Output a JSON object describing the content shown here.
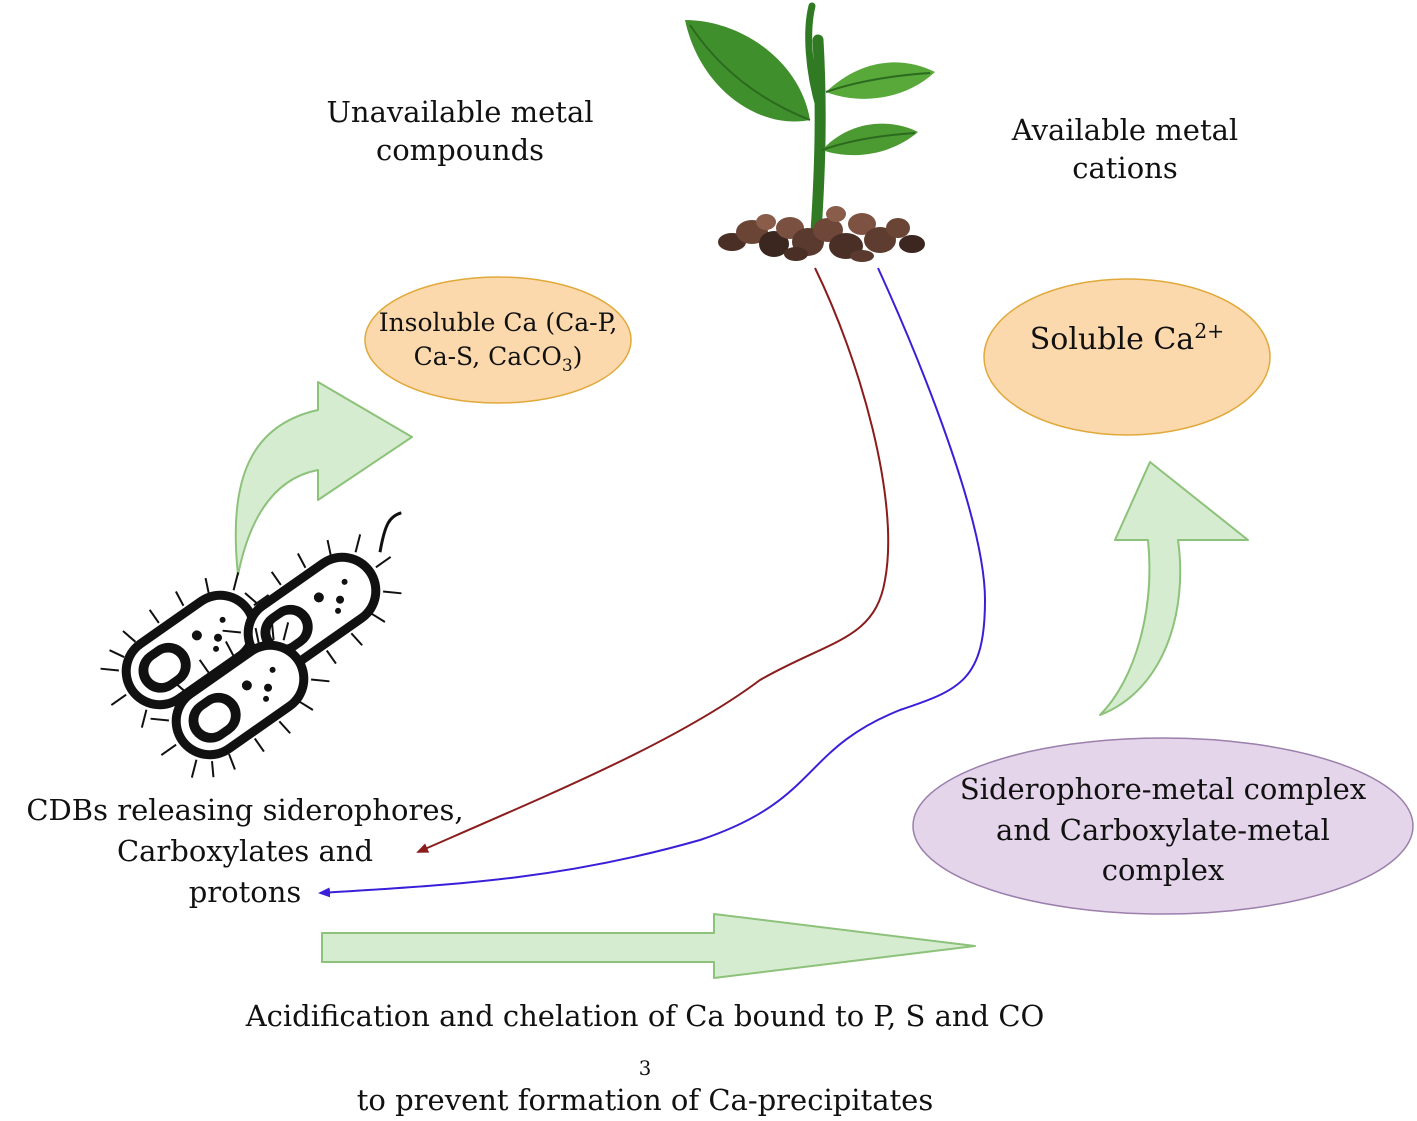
{
  "labels": {
    "unavailable": [
      "Unavailable metal",
      "compounds"
    ],
    "available": [
      "Available metal",
      "cations"
    ],
    "cdbs": [
      "CDBs releasing siderophores,",
      "Carboxylates and",
      "protons"
    ],
    "bottom": {
      "line1_main": "Acidification and chelation of Ca bound to P, S and CO",
      "line1_sub": "3",
      "line2": "to prevent formation of Ca-precipitates"
    }
  },
  "nodes": {
    "insoluble": {
      "line1": "Insoluble Ca (Ca-P,",
      "line2_main": "Ca-S, CaCO",
      "line2_sub": "3",
      "line2_end": ")",
      "fill": "#fbd9ad",
      "stroke": "#e0a93a"
    },
    "soluble": {
      "main": "Soluble Ca",
      "sup": "2+",
      "fill": "#fbd9ad",
      "stroke": "#e0a93a"
    },
    "complex": {
      "lines": [
        "Siderophore-metal complex",
        "and Carboxylate-metal",
        "complex"
      ],
      "fill": "#e4d5ea",
      "stroke": "#9b7fac"
    }
  },
  "colors": {
    "arrow_fill": "#d6ecd0",
    "arrow_stroke": "#8cc27a",
    "root_red": "#8a1c1c",
    "root_blue": "#3a1fd9",
    "leaf": "#3f8f2c",
    "stem": "#2f7a22",
    "soil": "#5a3a2e"
  },
  "icons": [
    "plant-icon",
    "bacteria-icon"
  ]
}
